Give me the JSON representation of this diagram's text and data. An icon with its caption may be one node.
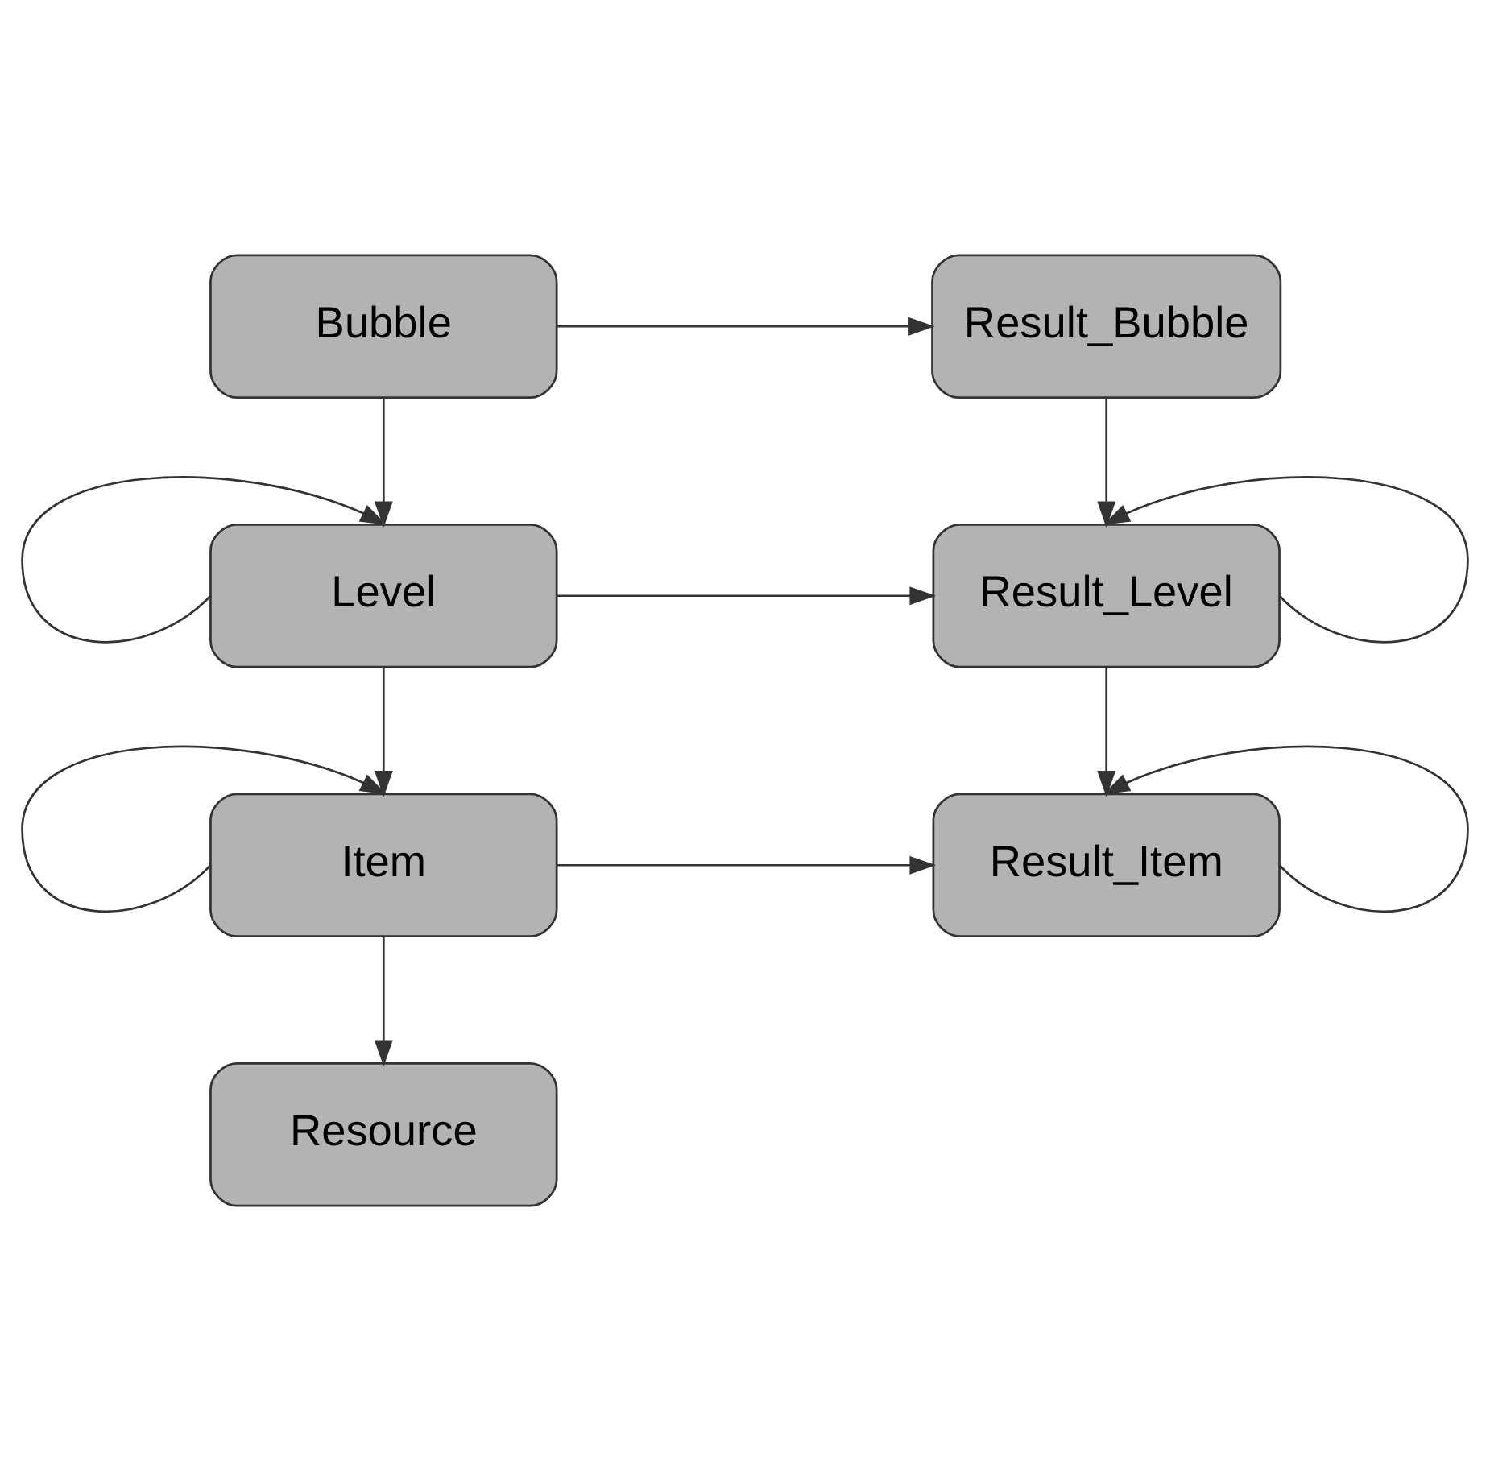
{
  "diagram": {
    "nodes": [
      {
        "text": [
          "Bubble"
        ]
      },
      {
        "text": [
          "Result_Bubble"
        ]
      },
      {
        "text": [
          "Level"
        ]
      },
      {
        "text": [
          "Result_Level"
        ]
      },
      {
        "text": [
          "Item"
        ]
      },
      {
        "text": [
          "Result_Item"
        ]
      },
      {
        "text": [
          "Resource"
        ]
      }
    ],
    "edges": [
      {
        "from": 0,
        "to": 1,
        "arrow": "to"
      },
      {
        "from": 0,
        "to": 2,
        "arrow": "to"
      },
      {
        "from": 2,
        "to": 2,
        "arrow": "to"
      },
      {
        "from": 2,
        "to": 3,
        "arrow": "to"
      },
      {
        "from": 1,
        "to": 3,
        "arrow": "to"
      },
      {
        "from": 3,
        "to": 3,
        "arrow": "to"
      },
      {
        "from": 2,
        "to": 4,
        "arrow": "to"
      },
      {
        "from": 4,
        "to": 4,
        "arrow": "to"
      },
      {
        "from": 4,
        "to": 5,
        "arrow": "to"
      },
      {
        "from": 3,
        "to": 5,
        "arrow": "to"
      },
      {
        "from": 5,
        "to": 5,
        "arrow": "to"
      },
      {
        "from": 4,
        "to": 6,
        "arrow": "to"
      }
    ]
  }
}
